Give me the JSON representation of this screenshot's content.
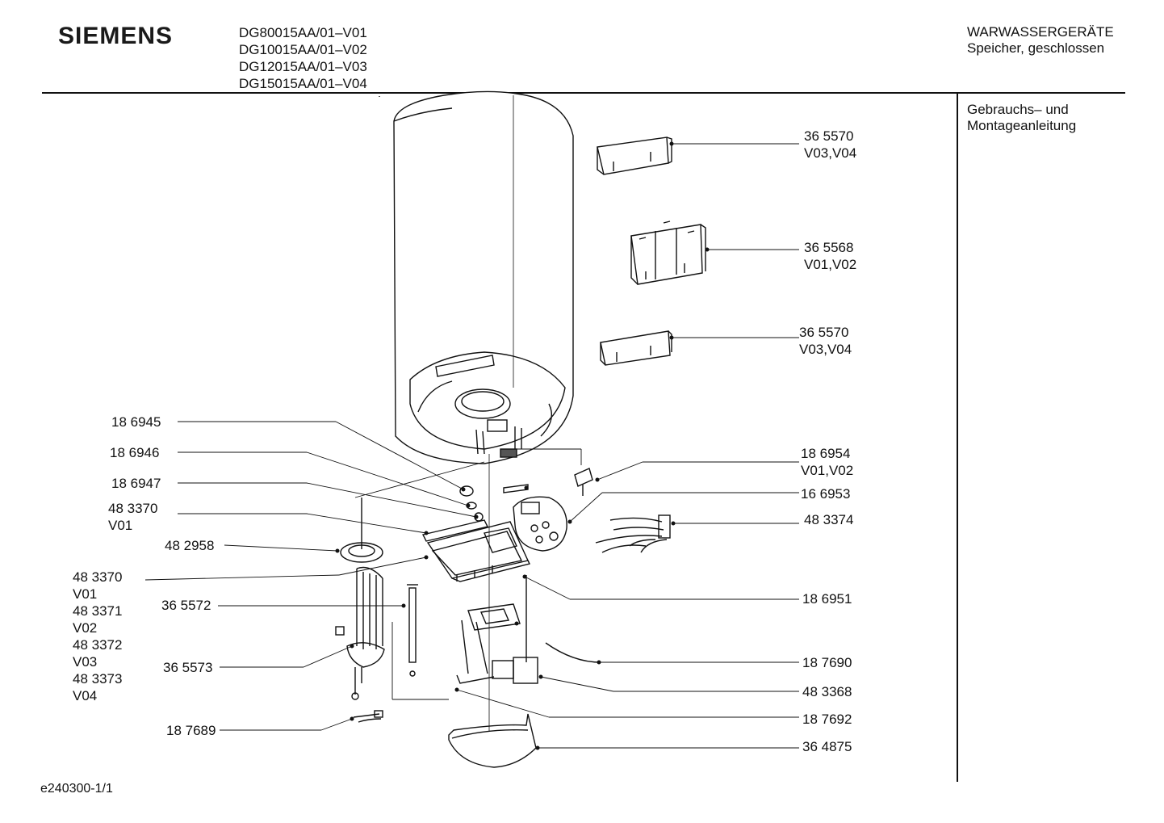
{
  "header": {
    "brand": "SIEMENS",
    "models": [
      "DG80015AA/01–V01",
      "DG10015AA/01–V02",
      "DG12015AA/01–V03",
      "DG15015AA/01–V04"
    ],
    "category_line1": "WARWASSERGERÄTE",
    "category_line2": "Speicher, geschlossen"
  },
  "sidebar": {
    "doc_line1": "Gebrauchs– und",
    "doc_line2": "Montageanleitung"
  },
  "footer": {
    "doc_id": "e240300-1/1"
  },
  "labels": {
    "p365570a": [
      "36 5570",
      "V03,V04"
    ],
    "p365568": [
      "36 5568",
      "V01,V02"
    ],
    "p365570b": [
      "36 5570",
      "V03,V04"
    ],
    "p186945": [
      "18 6945"
    ],
    "p186946": [
      "18 6946"
    ],
    "p186947": [
      "18 6947"
    ],
    "p483370a": [
      "48 3370",
      "V01"
    ],
    "p482958": [
      "48 2958"
    ],
    "pElements": [
      "48 3370",
      "V01",
      "48 3371",
      "V02",
      "48 3372",
      "V03",
      "48 3373",
      "V04"
    ],
    "p365572": [
      "36 5572"
    ],
    "p365573": [
      "36 5573"
    ],
    "p187689": [
      "18 7689"
    ],
    "p186954": [
      "18 6954",
      "V01,V02"
    ],
    "p166953": [
      "16 6953"
    ],
    "p483374": [
      "48 3374"
    ],
    "p186951": [
      "18 6951"
    ],
    "p187690": [
      "18 7690"
    ],
    "p483368": [
      "48 3368"
    ],
    "p187692": [
      "18 7692"
    ],
    "p364875": [
      "36 4875"
    ]
  }
}
